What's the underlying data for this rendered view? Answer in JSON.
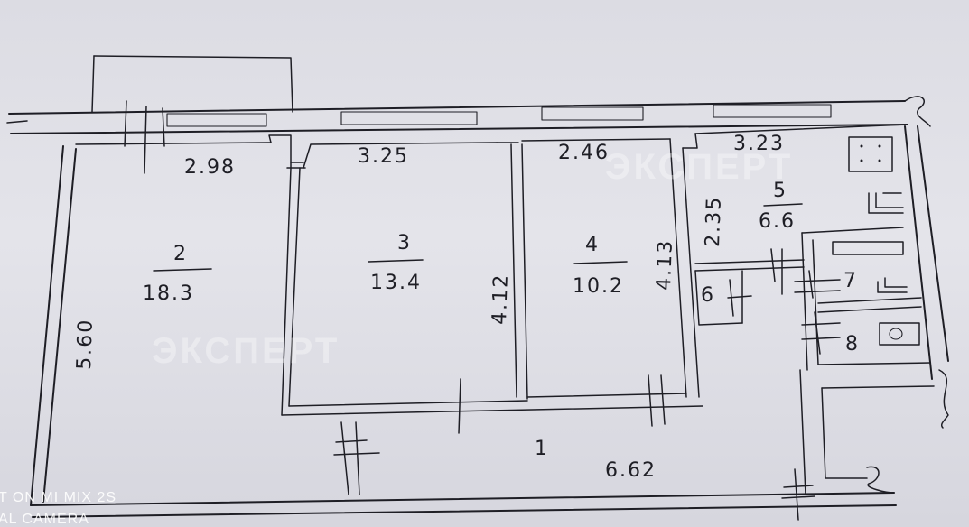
{
  "rooms": [
    {
      "number": "2",
      "area": "18.3"
    },
    {
      "number": "3",
      "area": "13.4"
    },
    {
      "number": "4",
      "area": "10.2"
    },
    {
      "number": "5",
      "area": "6.6"
    },
    {
      "number": "6"
    },
    {
      "number": "7"
    },
    {
      "number": "8"
    },
    {
      "number": "1"
    }
  ],
  "dimensions": {
    "room2_width": "2.98",
    "room3_width": "3.25",
    "room4_width": "2.46",
    "room5_width": "3.23",
    "room5_depth": "2.35",
    "room2_depth": "5.60",
    "room3_depth": "4.12",
    "room4_depth": "4.13",
    "hall_length": "6.62"
  },
  "watermarks": [
    "ЭКСПЕРТ",
    "ЭКСПЕРТ"
  ],
  "camera_stamp": [
    "T ON MI MIX 2S",
    "AL CAMERA"
  ]
}
